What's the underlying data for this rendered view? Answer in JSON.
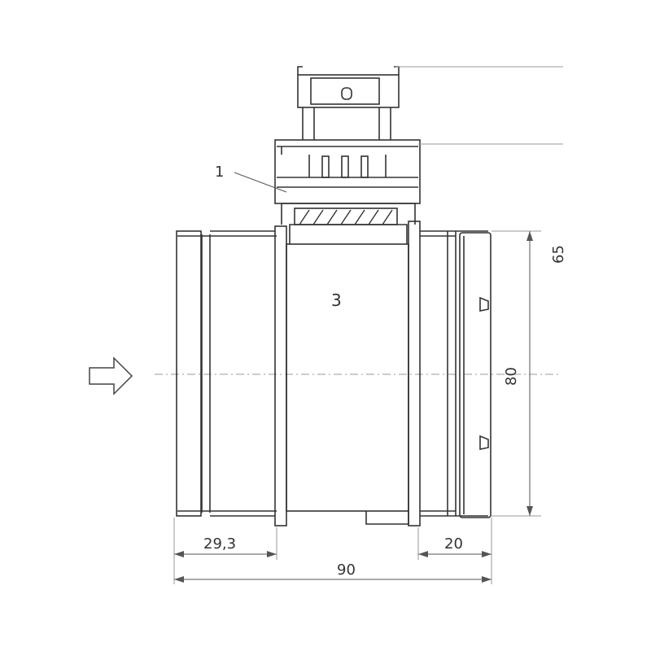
{
  "callouts": {
    "part_1": "1",
    "part_3": "3"
  },
  "dimensions": {
    "inlet_length": "29,3",
    "outlet_length": "20",
    "overall_length": "90",
    "diameter": "80",
    "top_height": "65"
  },
  "colors": {
    "line": "#333333",
    "dim_line": "#555555",
    "background": "#ffffff"
  },
  "icons": {
    "flow_arrow": "arrow-right-outline-icon"
  }
}
